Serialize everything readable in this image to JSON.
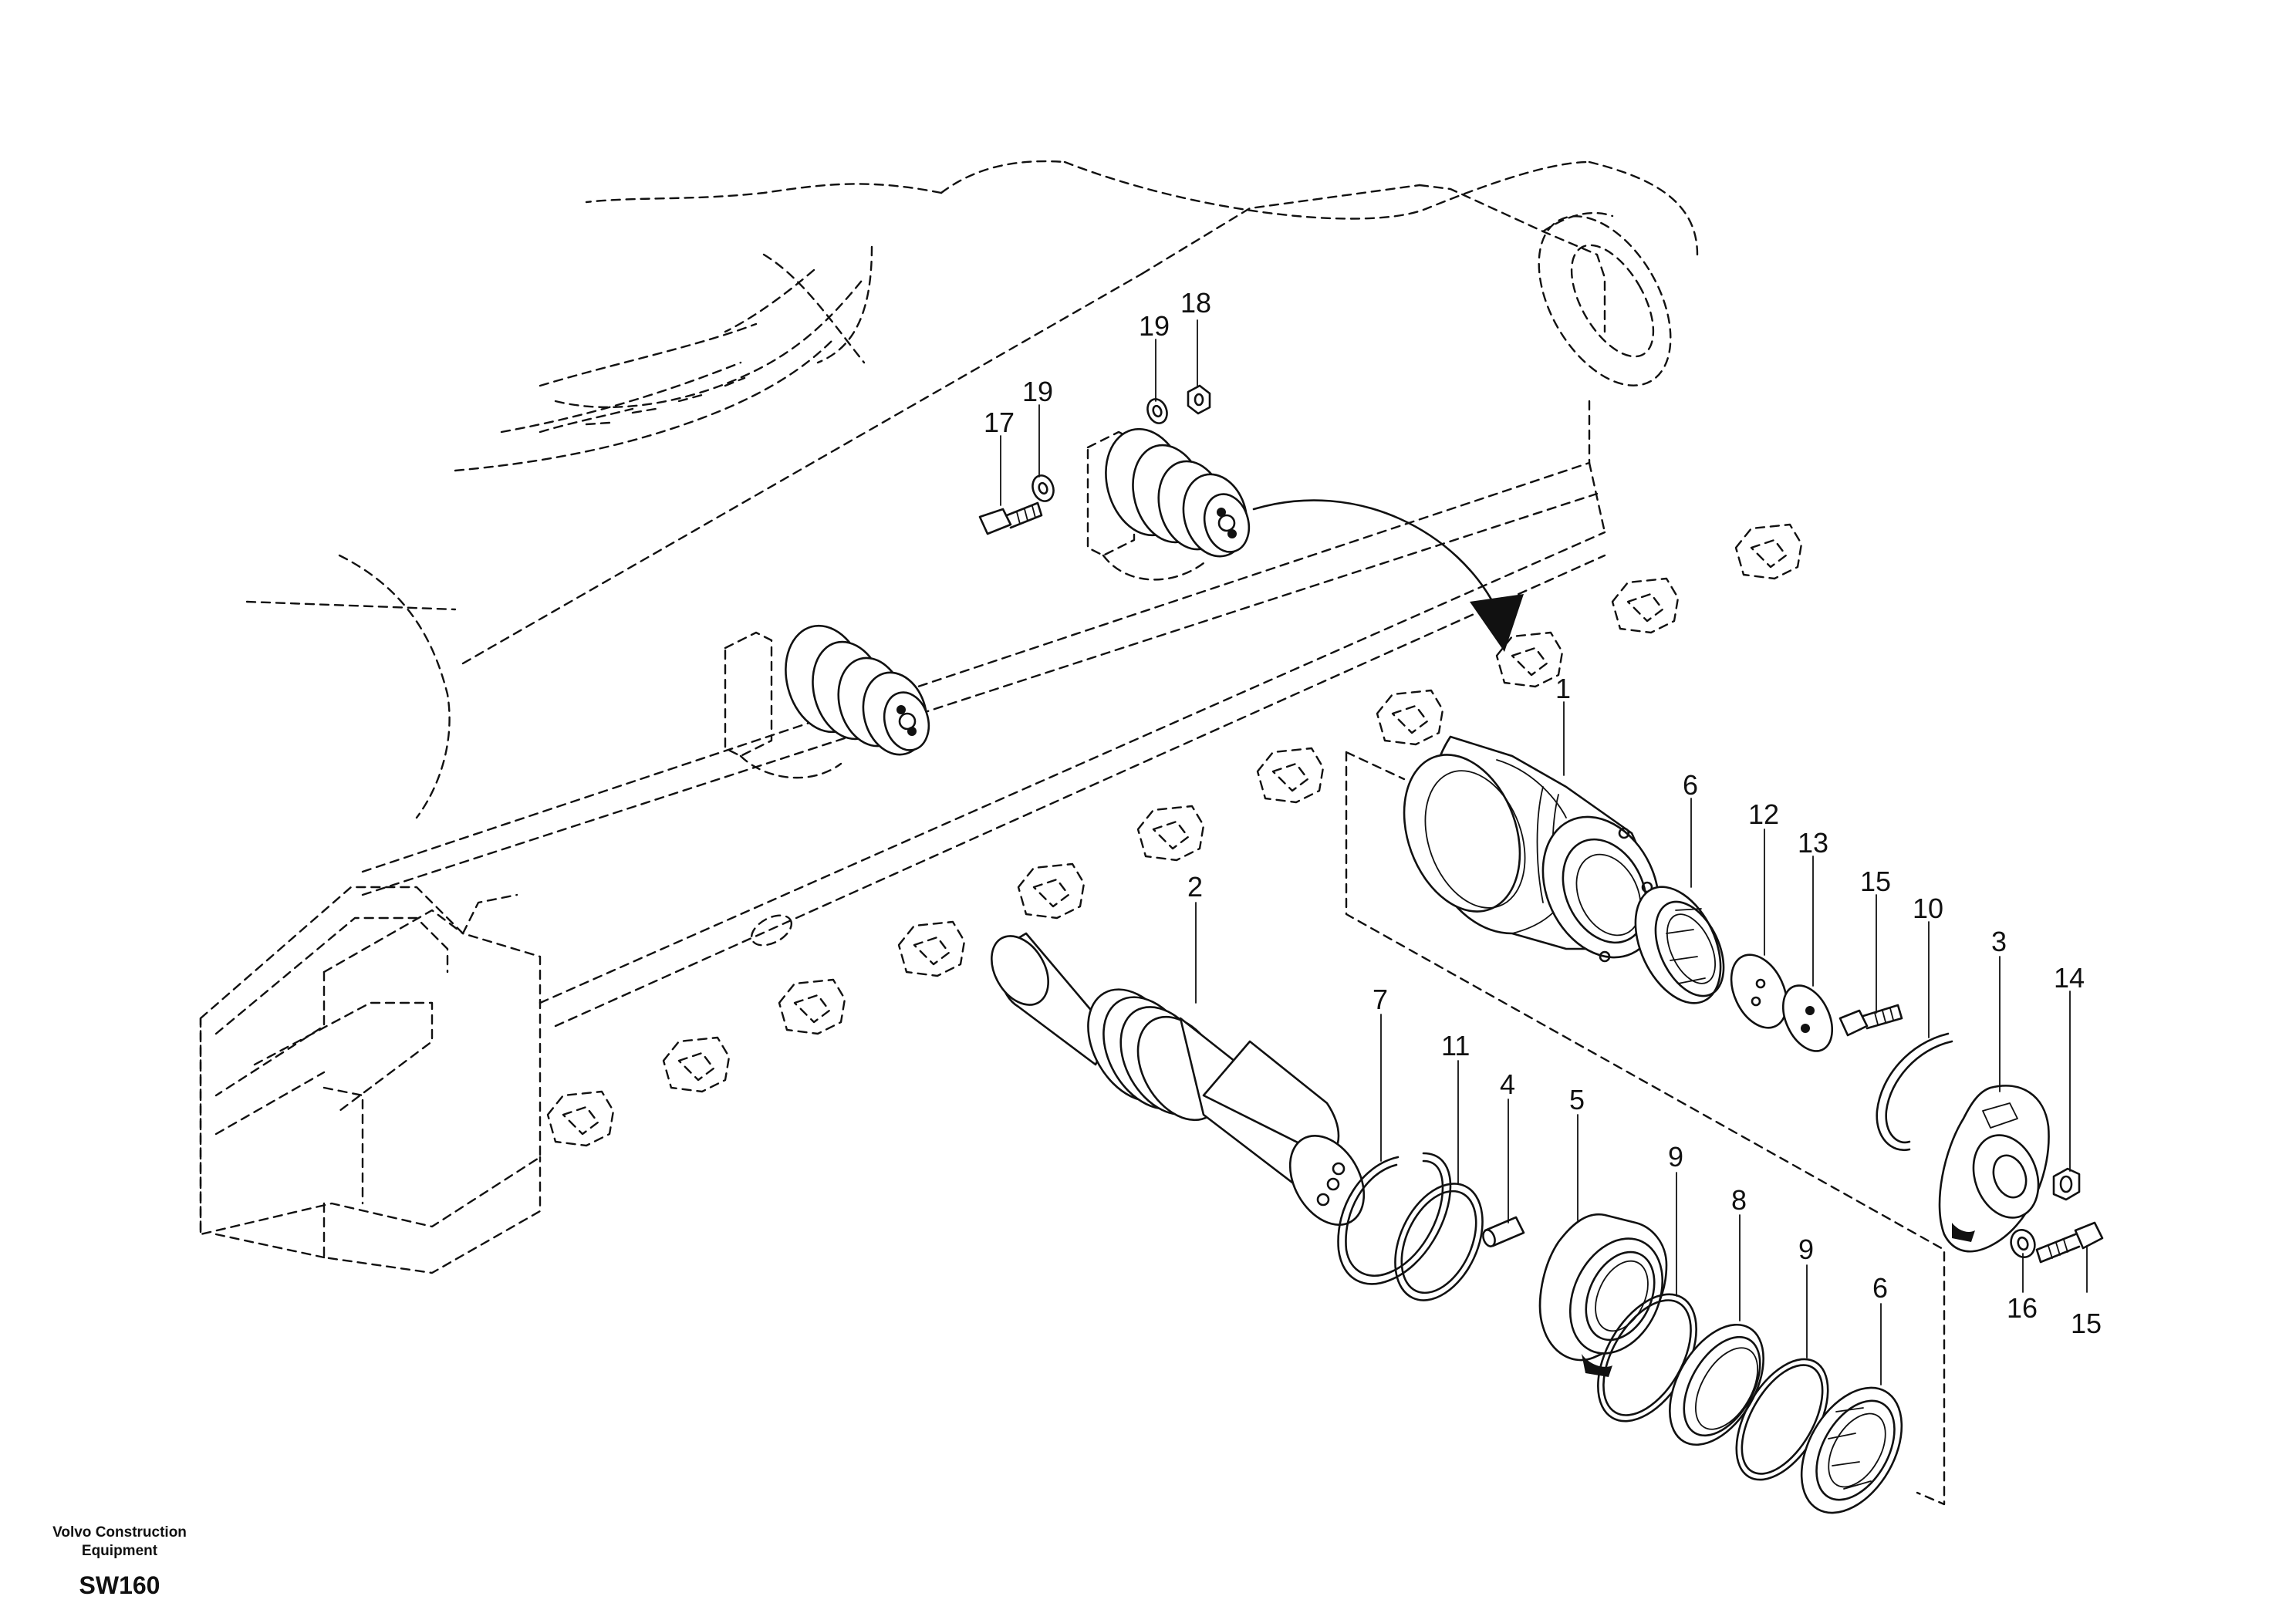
{
  "footer": {
    "brand_line1": "Volvo Construction",
    "brand_line2": "Equipment",
    "model": "SW160"
  },
  "callouts": {
    "c1": "1",
    "c2": "2",
    "c3": "3",
    "c4": "4",
    "c5": "5",
    "c6a": "6",
    "c6b": "6",
    "c7": "7",
    "c8": "8",
    "c9a": "9",
    "c9b": "9",
    "c10": "10",
    "c11": "11",
    "c12": "12",
    "c13": "13",
    "c14": "14",
    "c15a": "15",
    "c15b": "15",
    "c16": "16",
    "c17": "17",
    "c18": "18",
    "c19a": "19",
    "c19b": "19"
  }
}
